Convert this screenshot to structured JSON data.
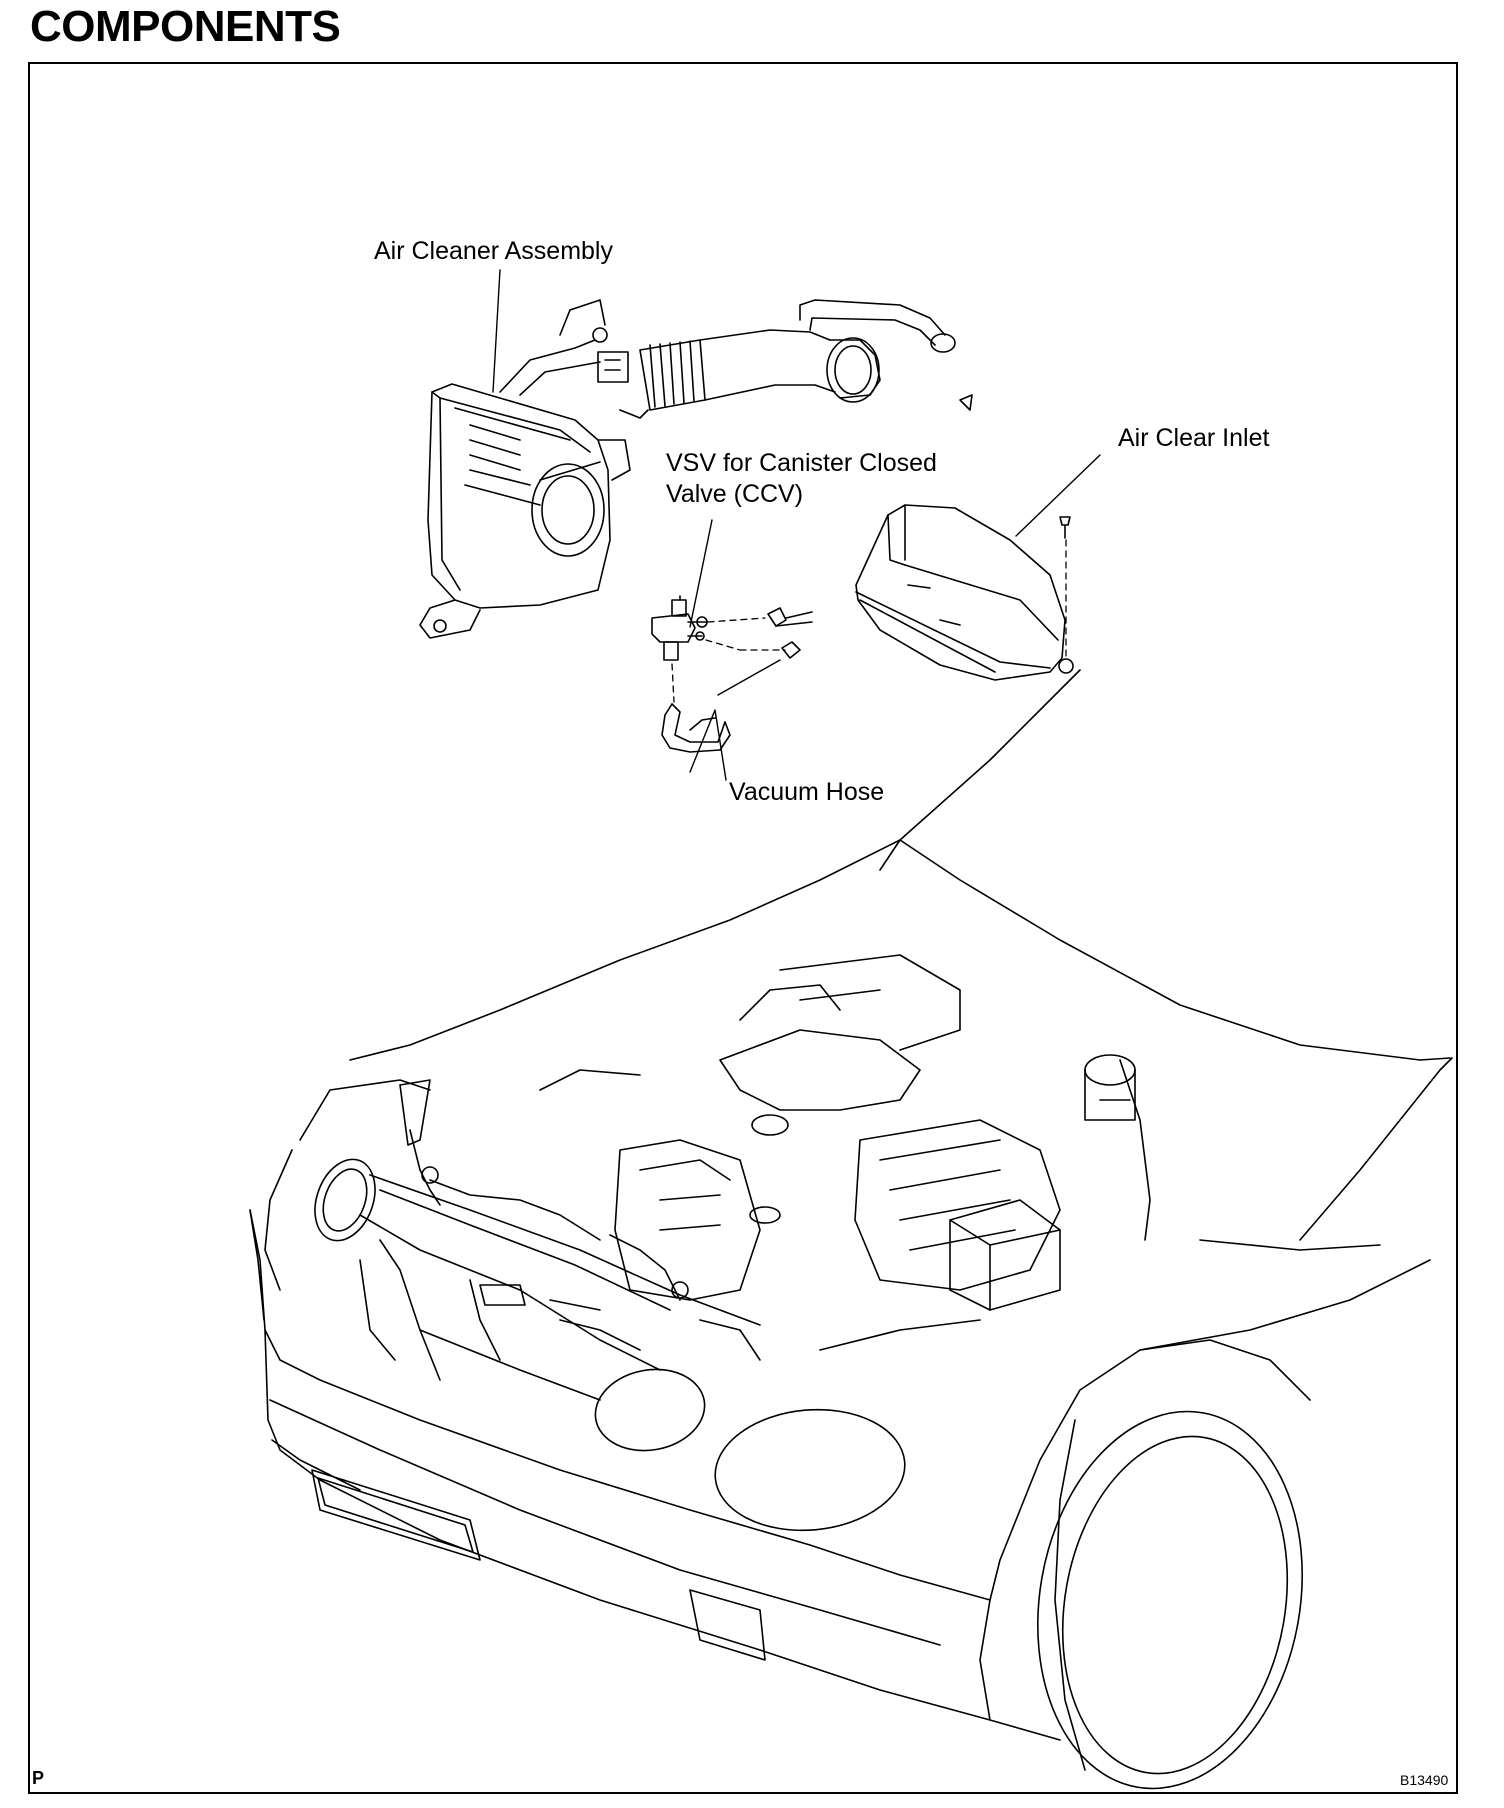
{
  "title": "COMPONENTS",
  "labels": {
    "air_cleaner_assembly": "Air Cleaner Assembly",
    "vsv_line1": "VSV for Canister Closed",
    "vsv_line2": "Valve (CCV)",
    "air_clear_inlet": "Air Clear Inlet",
    "vacuum_hose": "Vacuum Hose"
  },
  "footer": {
    "left_marker": "P",
    "figure_code": "B13490"
  }
}
